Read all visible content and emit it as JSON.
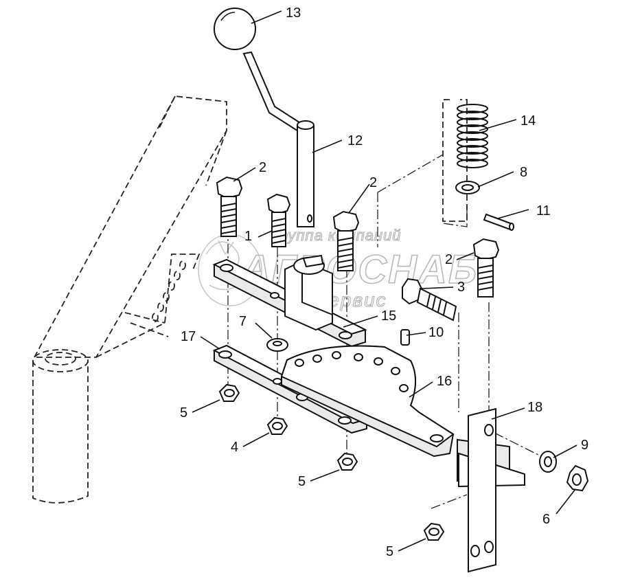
{
  "watermark": {
    "line1": "группа компаний",
    "line2": "АГРОСНАБ",
    "line3": "техсервис"
  },
  "callouts": [
    {
      "id": "c13",
      "text": "13"
    },
    {
      "id": "c12",
      "text": "12"
    },
    {
      "id": "c14",
      "text": "14"
    },
    {
      "id": "c8",
      "text": "8"
    },
    {
      "id": "c11",
      "text": "11"
    },
    {
      "id": "c2a",
      "text": "2"
    },
    {
      "id": "c2b",
      "text": "2"
    },
    {
      "id": "c2c",
      "text": "2"
    },
    {
      "id": "c1",
      "text": "1"
    },
    {
      "id": "c3",
      "text": "3"
    },
    {
      "id": "c15",
      "text": "15"
    },
    {
      "id": "c7",
      "text": "7"
    },
    {
      "id": "c10",
      "text": "10"
    },
    {
      "id": "c17",
      "text": "17"
    },
    {
      "id": "c16",
      "text": "16"
    },
    {
      "id": "c18",
      "text": "18"
    },
    {
      "id": "c5a",
      "text": "5"
    },
    {
      "id": "c4",
      "text": "4"
    },
    {
      "id": "c5b",
      "text": "5"
    },
    {
      "id": "c9",
      "text": "9"
    },
    {
      "id": "c6",
      "text": "6"
    },
    {
      "id": "c5c",
      "text": "5"
    }
  ]
}
